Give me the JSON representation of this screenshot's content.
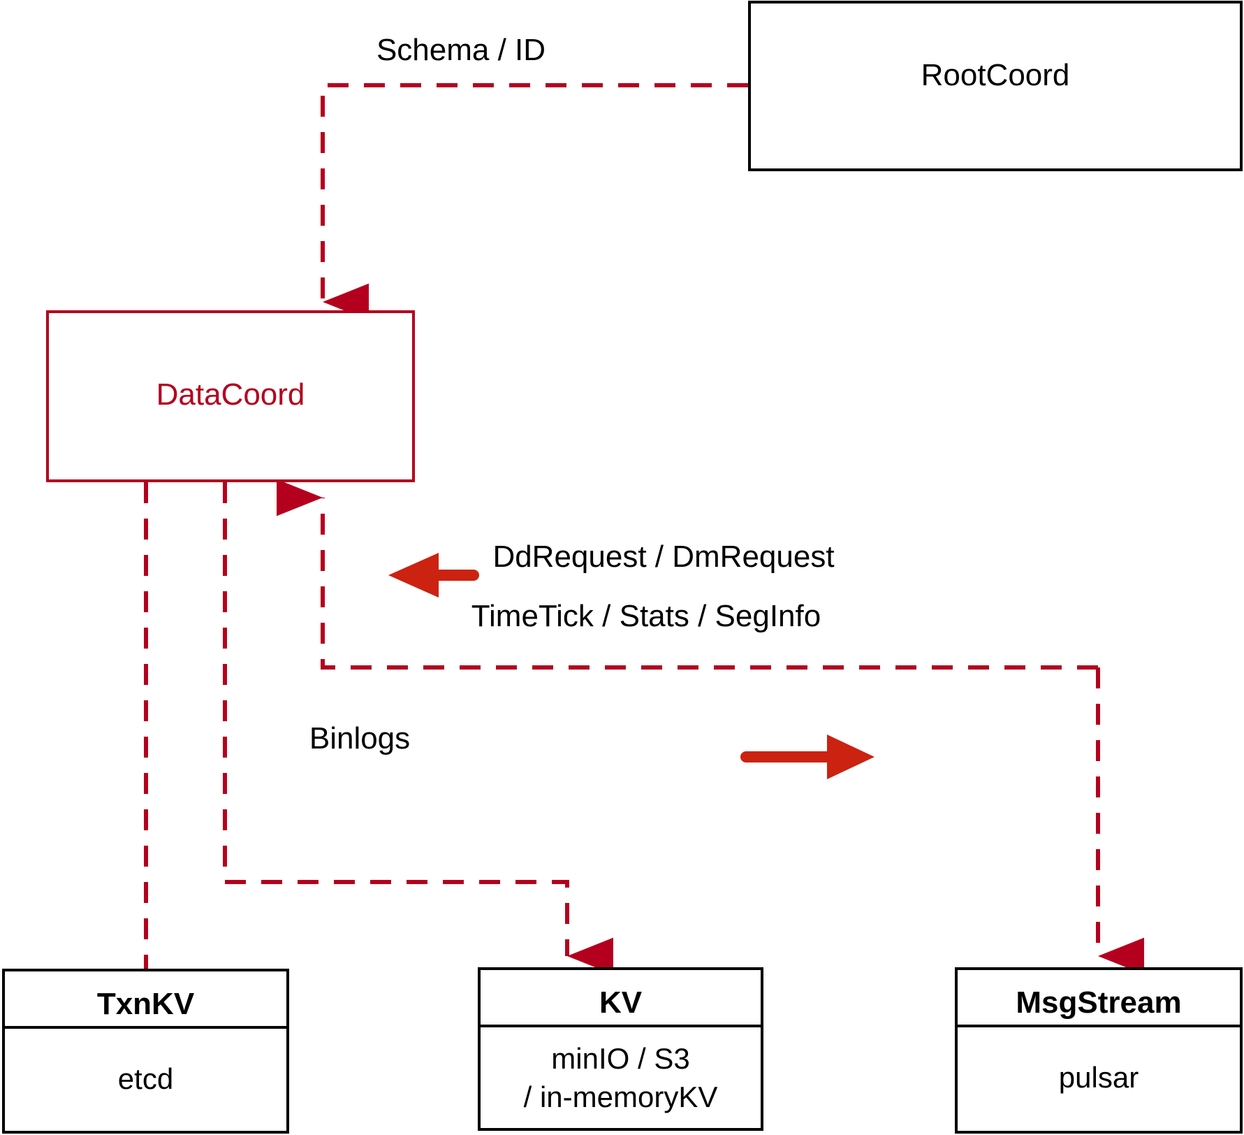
{
  "diagram": {
    "title": "DataCoord architecture",
    "colors": {
      "box_black": "#000000",
      "box_red": "#b4001e",
      "dashed_red": "#b4001e",
      "solid_arrow_red": "#cc2211",
      "background": "#ffffff"
    }
  },
  "nodes": {
    "rootcoord": {
      "label": "RootCoord"
    },
    "datacoord": {
      "label": "DataCoord"
    },
    "txnkv": {
      "title": "TxnKV",
      "sub_line1": "etcd",
      "sub_line2": ""
    },
    "kv": {
      "title": "KV",
      "sub_line1": "minIO / S3",
      "sub_line2": "/ in-memoryKV"
    },
    "msgstream": {
      "title": "MsgStream",
      "sub_line1": "pulsar",
      "sub_line2": ""
    }
  },
  "edges": {
    "schema_id": {
      "label": "Schema / ID"
    },
    "dd_dm_request": {
      "label": "DdRequest / DmRequest"
    },
    "timetick_stats_seginfo": {
      "label": "TimeTick / Stats / SegInfo"
    },
    "binlogs": {
      "label": "Binlogs"
    }
  }
}
